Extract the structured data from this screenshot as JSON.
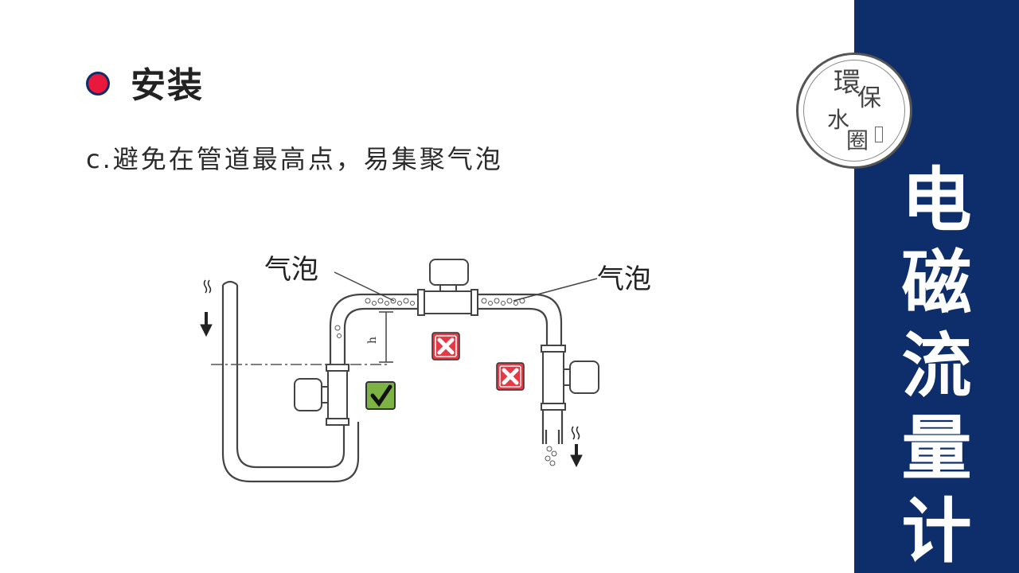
{
  "slide": {
    "heading": "安装",
    "subtext": "c.避免在管道最高点，易集聚气泡",
    "accent_color": "#e8193c",
    "sidebar_color": "#0e2d6b"
  },
  "logo": {
    "chars": [
      "環",
      "保",
      "水",
      "圈"
    ]
  },
  "sidebar": {
    "title_chars": [
      "电",
      "磁",
      "流",
      "量",
      "计"
    ]
  },
  "diagram": {
    "bubble_label_left": "气泡",
    "bubble_label_right": "气泡",
    "height_label": "h",
    "marks": {
      "correct": "check-icon",
      "wrong": "cross-icon"
    },
    "mark_colors": {
      "correct": "#7cb342",
      "wrong": "#e53945"
    }
  }
}
